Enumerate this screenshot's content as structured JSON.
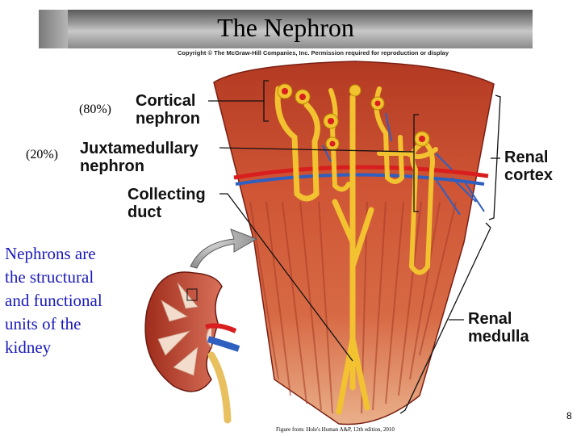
{
  "slide": {
    "title": "The Nephron",
    "copyright": "Copyright © The McGraw-Hill Companies, Inc. Permission required for reproduction or display",
    "page_number": "8",
    "figure_credit": "Figure from: Hole's Human A&P, 12th edition, 2010"
  },
  "diagram": {
    "cortical_label_line1": "Cortical",
    "cortical_label_line2": "nephron",
    "cortical_percent": "(80%)",
    "juxta_label_line1": "Juxtamedullary",
    "juxta_label_line2": "nephron",
    "juxta_percent": "(20%)",
    "collecting_line1": "Collecting",
    "collecting_line2": "duct",
    "cortex_line1": "Renal",
    "cortex_line2": "cortex",
    "medulla_line1": "Renal",
    "medulla_line2": "medulla"
  },
  "notes": {
    "line1": "Nephrons are",
    "line2": "the structural",
    "line3": "and functional",
    "line4": "units of the",
    "line5": "kidney"
  },
  "colors": {
    "tissue": "#c8462d",
    "tubule": "#f2c230",
    "artery": "#d81e1e",
    "vein": "#2f5fbf",
    "body_text": "#1a1ab8"
  }
}
